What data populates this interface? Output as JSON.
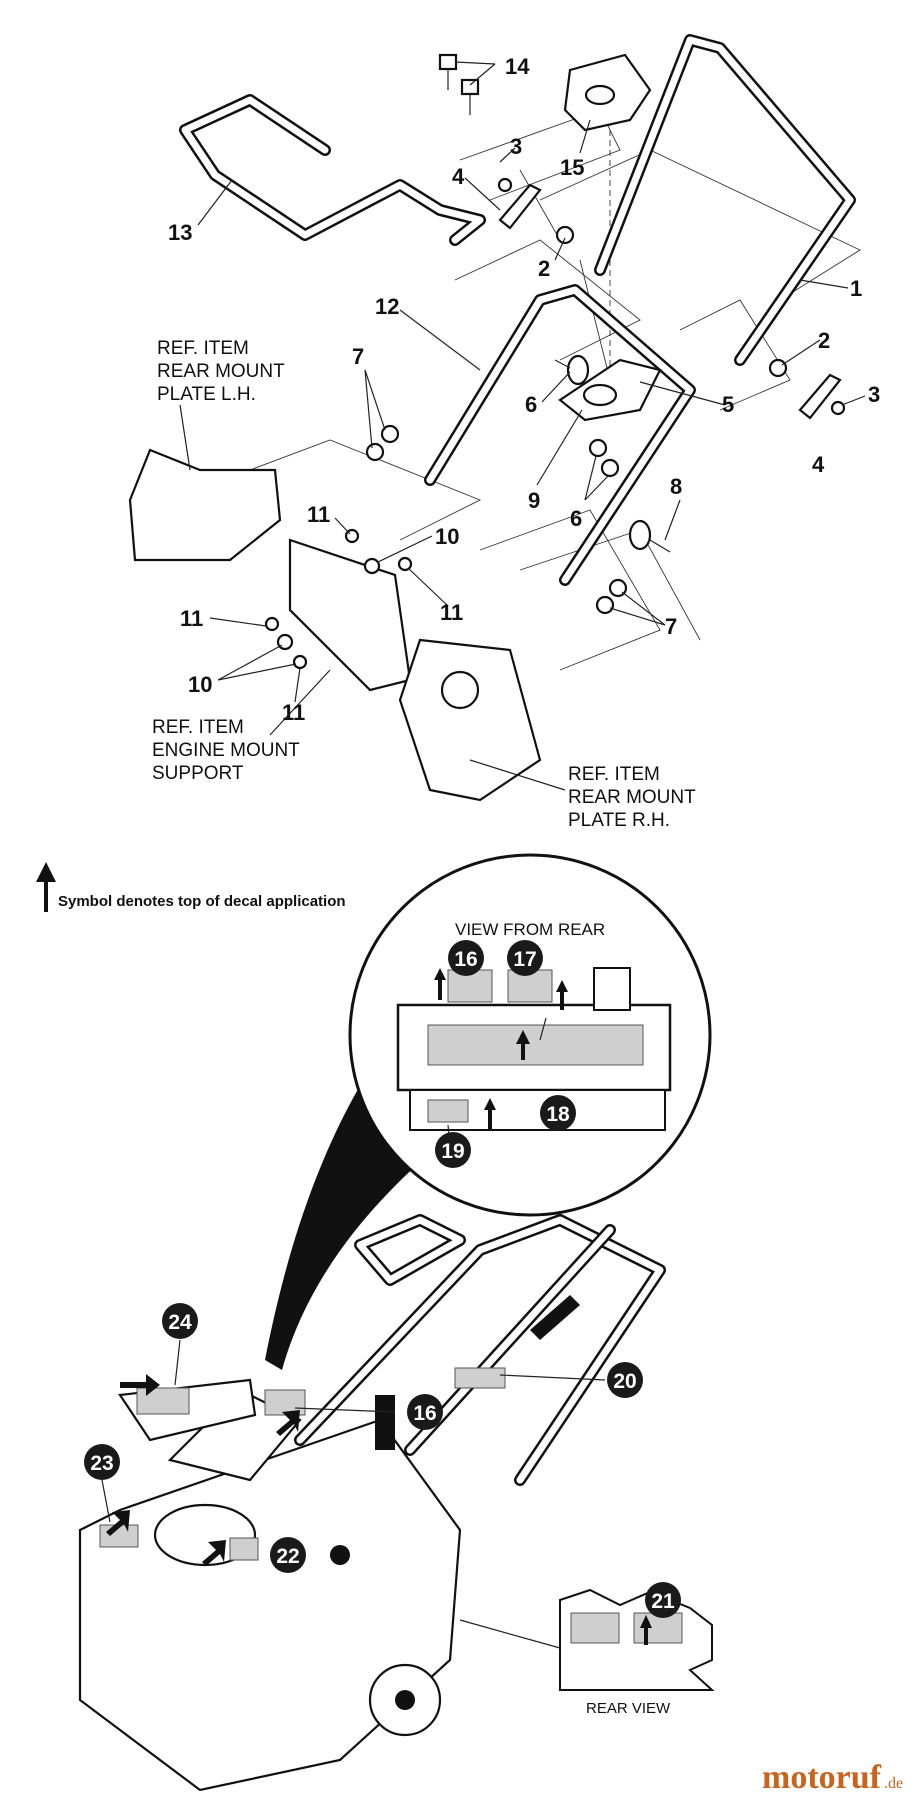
{
  "upper": {
    "refs": {
      "rear_mount_lh": [
        "REF. ITEM",
        "REAR MOUNT",
        "PLATE L.H."
      ],
      "engine_mount": [
        "REF. ITEM",
        "ENGINE MOUNT",
        "SUPPORT"
      ],
      "rear_mount_rh": [
        "REF. ITEM",
        "REAR MOUNT",
        "PLATE R.H."
      ]
    },
    "callouts": [
      "14",
      "3",
      "15",
      "4",
      "13",
      "2",
      "1",
      "12",
      "2",
      "3",
      "7",
      "6",
      "5",
      "4",
      "9",
      "8",
      "6",
      "11",
      "10",
      "11",
      "11",
      "7",
      "10",
      "11"
    ]
  },
  "legend": {
    "text": "Symbol denotes top of decal application"
  },
  "lower": {
    "view_from_rear": "VIEW FROM REAR",
    "rear_view": "REAR VIEW",
    "decals": [
      "16",
      "17",
      "18",
      "19",
      "24",
      "16",
      "20",
      "23",
      "22",
      "21"
    ]
  },
  "watermark": {
    "brand": "motoruf",
    "tld": ".de"
  },
  "colors": {
    "ink": "#111111",
    "watermark": "#c8641e",
    "decal_fill": "#cfcfcf"
  }
}
